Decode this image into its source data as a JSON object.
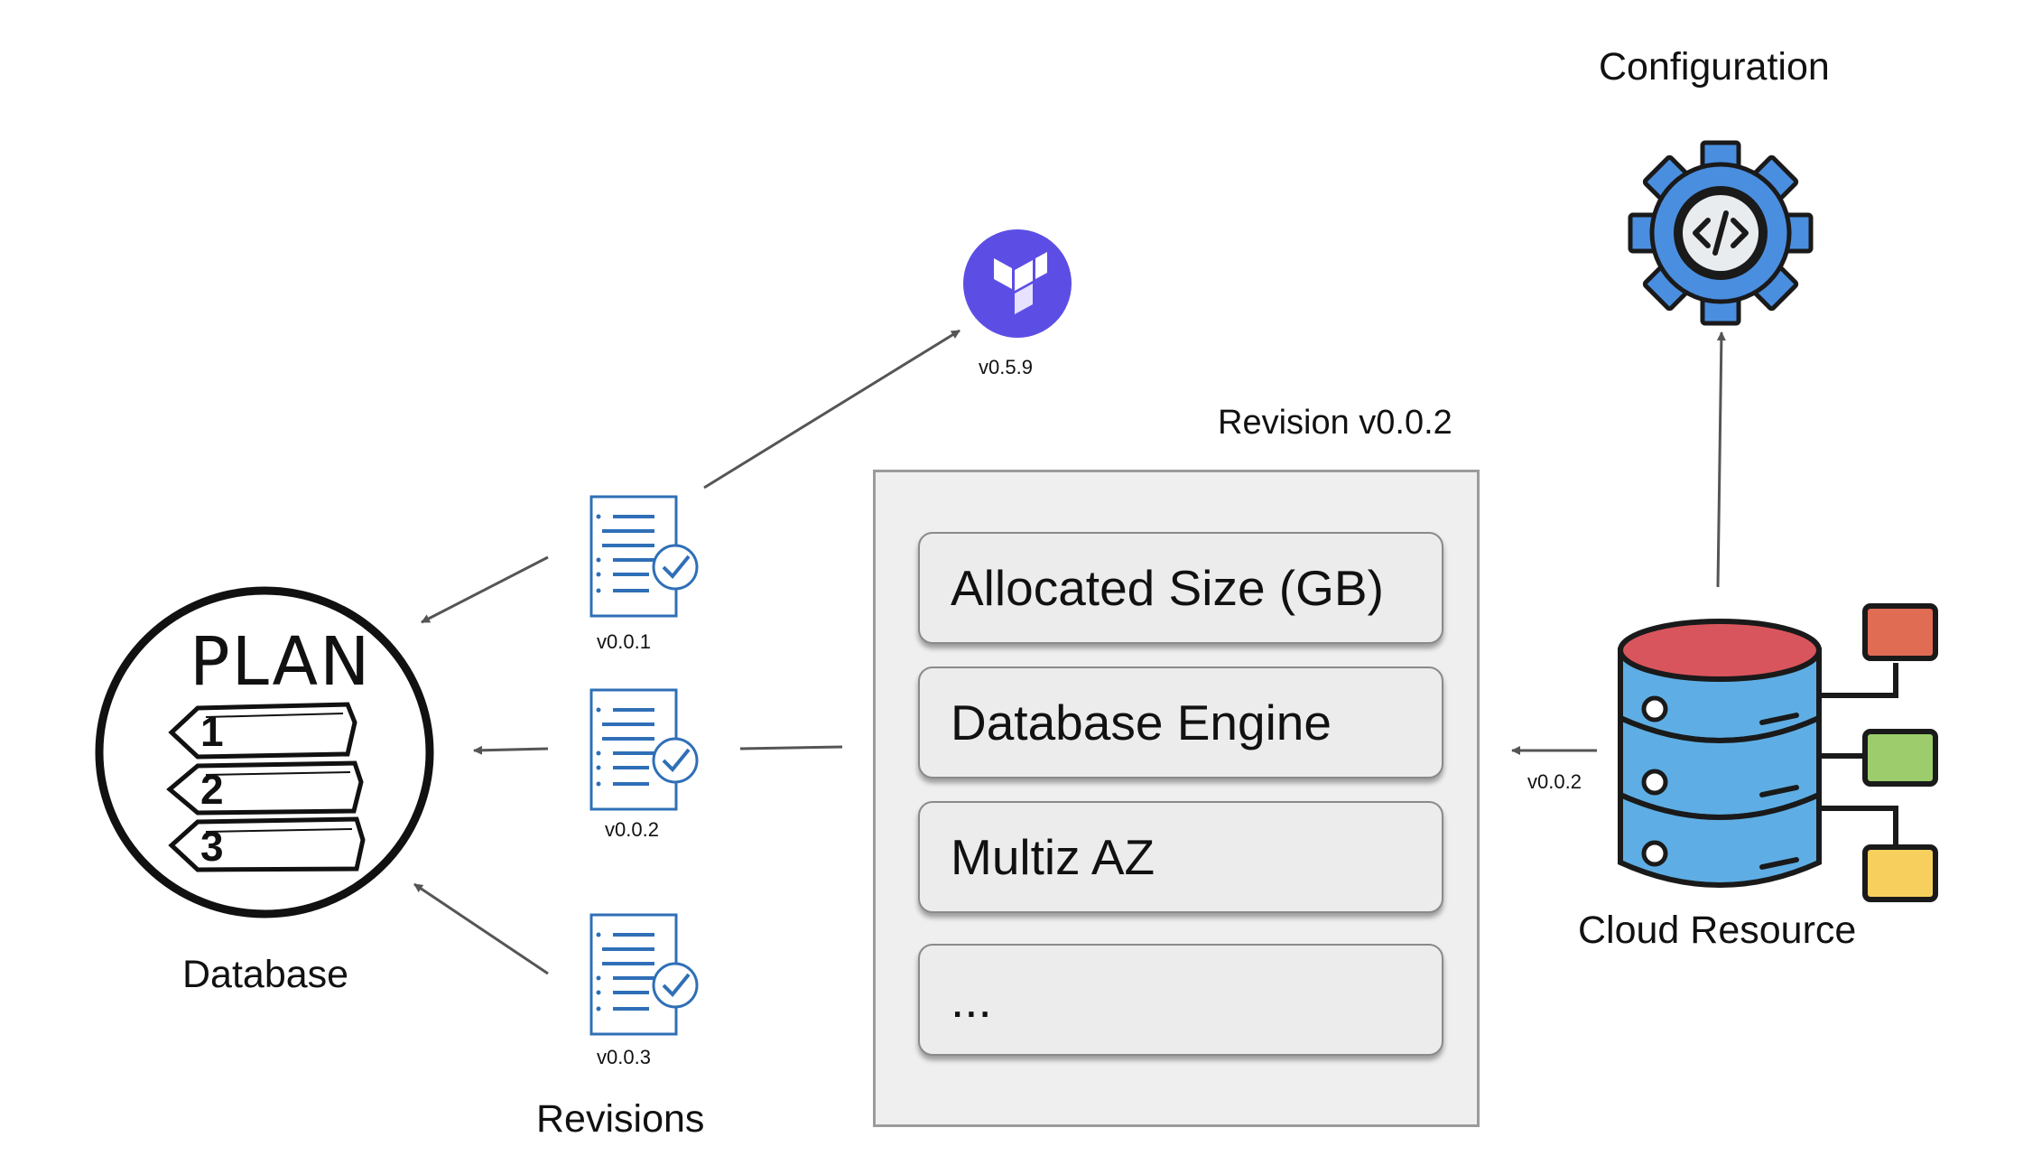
{
  "labels": {
    "configuration": "Configuration",
    "terraform_version": "v0.5.9",
    "revision_title": "Revision v0.0.2",
    "database": "Database",
    "revisions": "Revisions",
    "cloud_resource": "Cloud Resource",
    "arrow_version": "v0.0.2",
    "plan_title": "PLAN",
    "plan_steps": [
      "1",
      "2",
      "3"
    ]
  },
  "revision_docs": [
    {
      "version": "v0.0.1"
    },
    {
      "version": "v0.0.2"
    },
    {
      "version": "v0.0.3"
    }
  ],
  "revision_fields": [
    "Allocated Size (GB)",
    "Database Engine",
    "Multiz AZ",
    "..."
  ],
  "icons": {
    "terraform": "terraform-logo-icon",
    "gear": "gear-code-icon",
    "database": "database-cylinder-icon",
    "document": "document-check-icon"
  },
  "colors": {
    "terraform": "#5c4ee5",
    "gear": "#4a8ee0",
    "db_top": "#d9555d",
    "db_body": "#5eaee5",
    "box_red": "#e06c54",
    "box_green": "#9ccc6b",
    "box_yellow": "#f7cf5c",
    "doc_blue": "#2f6fb7"
  }
}
